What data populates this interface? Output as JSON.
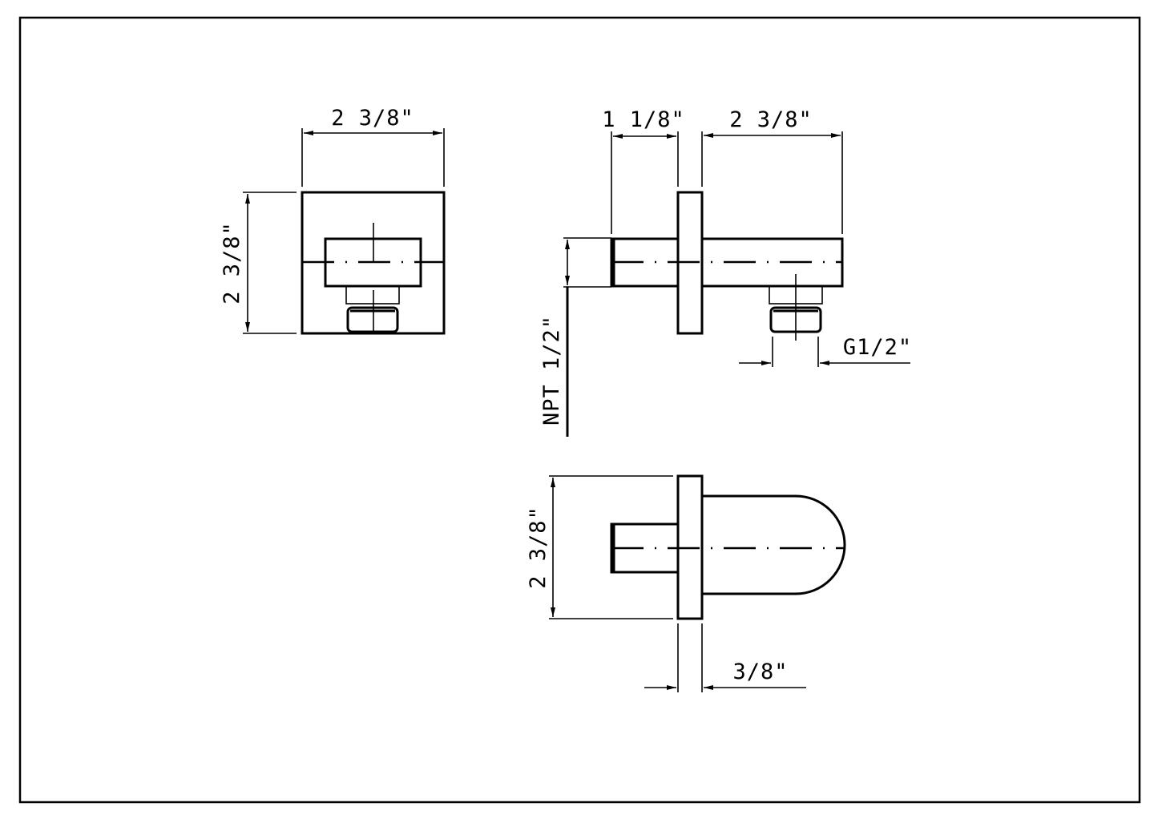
{
  "drawing": {
    "front_view": {
      "width_label": "2 3/8\"",
      "height_label": "2 3/8\""
    },
    "side_view": {
      "stub_length_label": "1 1/8\"",
      "body_length_label": "2 3/8\"",
      "inlet_thread_label": "NPT 1/2\"",
      "outlet_thread_label": "G1/2\""
    },
    "top_view": {
      "height_label": "2 3/8\"",
      "plate_thickness_label": "3/8\""
    },
    "colors": {
      "line": "#000000",
      "background": "#ffffff"
    }
  }
}
